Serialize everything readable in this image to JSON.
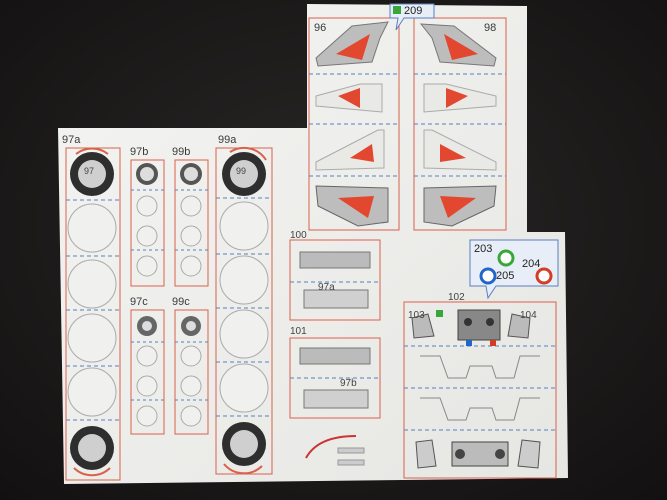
{
  "photo": {
    "subject": "paper-model-parts-sheet",
    "colors": {
      "background": "#1c1a1a",
      "paper": "#f1f1ef",
      "cut_line": "#d9614b",
      "fold_line": "#5b7fc0",
      "part_gray": "#9d9d9d",
      "accent_red": "#e2482f",
      "marker_green": "#39a63a",
      "marker_blue": "#2266c8",
      "marker_red": "#d23d24"
    }
  },
  "labels": {
    "p96": "96",
    "p98": "98",
    "p209": "209",
    "p97a": "97a",
    "p97b": "97b",
    "p99b": "99b",
    "p99a": "99a",
    "p97c": "97c",
    "p99c": "99c",
    "p100": "100",
    "p101": "101",
    "p102": "102",
    "p103": "103",
    "p104": "104",
    "p203": "203",
    "p204": "204",
    "p205": "205",
    "p97a_small": "97a",
    "p97b_small": "97b",
    "p97_small": "97",
    "p99_small": "99"
  }
}
